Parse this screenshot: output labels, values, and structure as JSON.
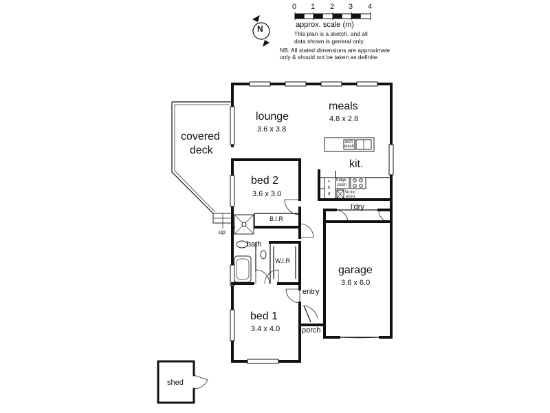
{
  "scale": {
    "ticks": [
      "0",
      "1",
      "2",
      "3",
      "4"
    ],
    "label": "approx. scale (m)"
  },
  "compass": {
    "letter": "N",
    "icon": "north-arrow-icon"
  },
  "notes": {
    "line1": "This plan is a sketch, and all",
    "line2": "data shown is general only.",
    "line3": "NB: All stated dimensions are approximate",
    "line4": "only & should not be taken as definite."
  },
  "rooms": {
    "lounge": {
      "name": "lounge",
      "dims": "3.6 x 3.8"
    },
    "meals": {
      "name": "meals",
      "dims": "4.8 x 2.8"
    },
    "covered_deck": {
      "name_line1": "covered",
      "name_line2": "deck"
    },
    "kitchen": {
      "name": "kit."
    },
    "bed2": {
      "name": "bed 2",
      "dims": "3.6 x 3.0"
    },
    "bir": {
      "name": "B.I.R"
    },
    "bath": {
      "name": "bath"
    },
    "wir": {
      "name": "W.I.R"
    },
    "laundry": {
      "name": "l'dry"
    },
    "garage": {
      "name": "garage",
      "dims": "3.6 x 6.0"
    },
    "entry": {
      "name": "entry"
    },
    "bed1": {
      "name": "bed 1",
      "dims": "3.4 x 4.0"
    },
    "porch": {
      "name": "porch"
    },
    "shed": {
      "name": "shed"
    }
  },
  "fixtures": {
    "dishwash_line1": "dish",
    "dishwash_line2": "wash",
    "fridge_line1": "fridge",
    "fridge_line2": "posn",
    "wmc_line1": "W.mc",
    "wmc_line2": "posn.",
    "cbd_c": "c",
    "cbd_b": "b",
    "cbd_d": "d",
    "up": "up"
  }
}
